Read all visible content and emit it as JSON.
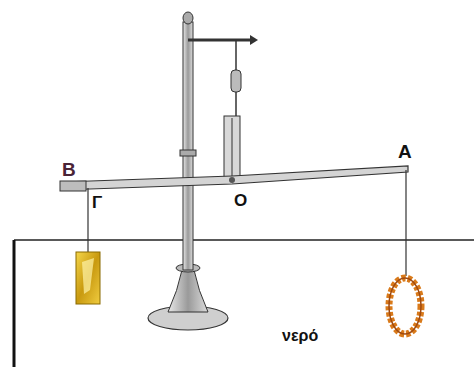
{
  "diagram": {
    "labels": [
      "Β",
      "Γ",
      "Ο",
      "Α",
      "νερό"
    ]
  }
}
